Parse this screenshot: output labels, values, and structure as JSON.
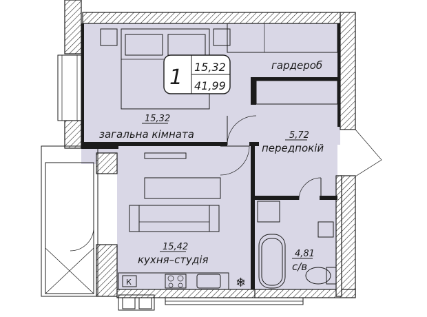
{
  "unit": {
    "rooms_count": "1",
    "living_area": "15,32",
    "total_area": "41,99"
  },
  "rooms": {
    "living_room": {
      "area": "15,32",
      "name": "загальна кімната"
    },
    "hallway": {
      "area": "5,72",
      "name": "передпокій"
    },
    "wardrobe": {
      "name": "гардероб"
    },
    "kitchen_studio": {
      "area": "15,42",
      "name": "кухня–студія"
    },
    "bathroom": {
      "area": "4,81",
      "name": "с/в"
    }
  },
  "fixtures": {
    "fridge_letter": "К",
    "ac_symbol": "❄"
  },
  "colors": {
    "room_fill": "#d9d7e6",
    "wall": "#1b1b1b",
    "background": "#ffffff"
  }
}
